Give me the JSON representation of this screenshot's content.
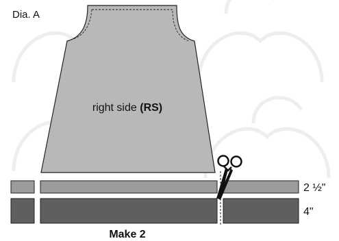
{
  "diagram": {
    "title": "Dia. A",
    "panel_label_prefix": "right side ",
    "panel_label_bold": "(RS)",
    "strip_top_label": "2 ½\"",
    "strip_bottom_label": "4\"",
    "footer": "Make 2"
  },
  "colors": {
    "panel_fill": "#b8b8b8",
    "strip_light_fill": "#9b9b9b",
    "strip_dark_fill": "#5f5f5f",
    "outline": "#222222",
    "background_pattern": "#eeeeee"
  },
  "icons": {
    "cutting": "scissors-icon"
  }
}
